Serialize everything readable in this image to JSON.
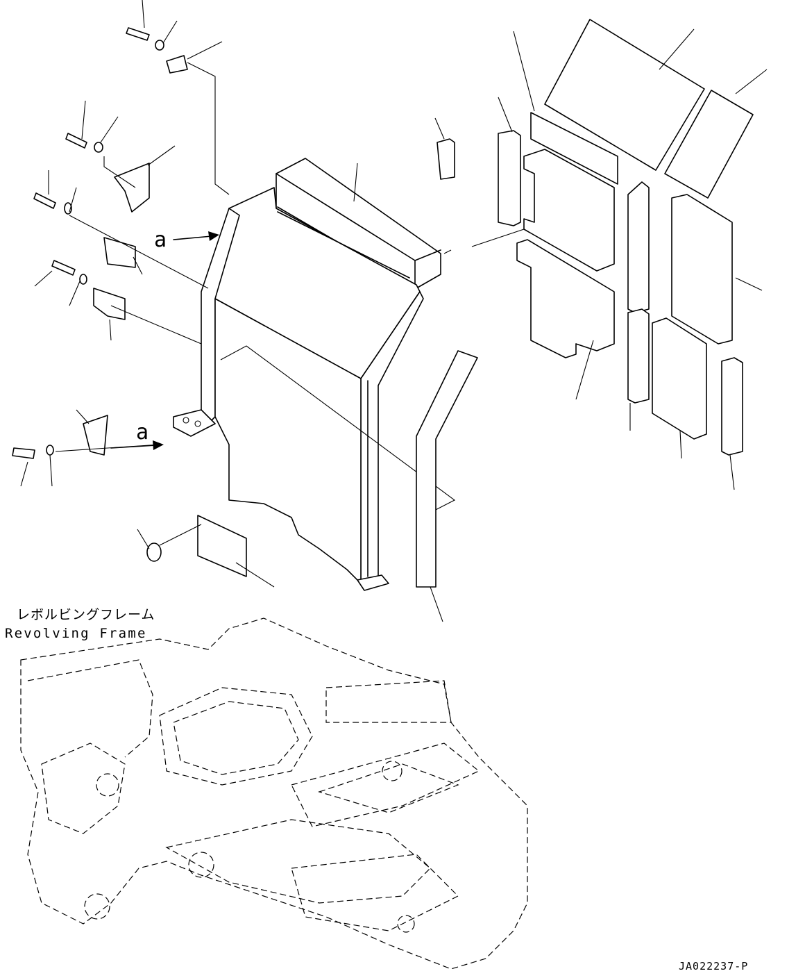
{
  "labels": {
    "jp_frame": "レボルビングフレーム",
    "en_frame": "Revolving Frame",
    "arrow_a_top": "a",
    "arrow_a_bottom": "a",
    "drawing_code": "JA022237-P"
  }
}
